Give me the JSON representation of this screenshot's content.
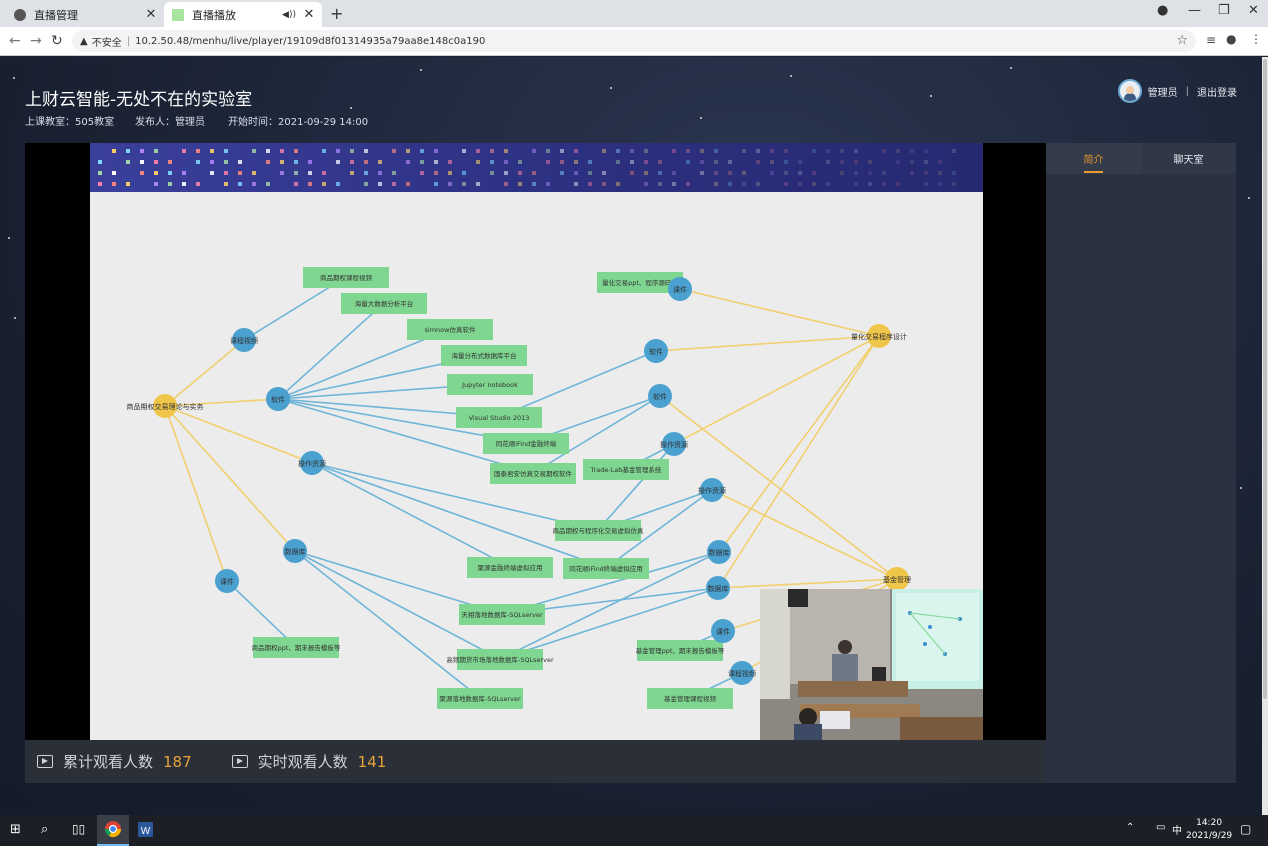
{
  "browser": {
    "tabs": [
      {
        "label": "直播管理",
        "active": false
      },
      {
        "label": "直播播放",
        "active": true
      }
    ],
    "security_label": "不安全",
    "url": "10.2.50.48/menhu/live/player/19109d8f01314935a79aa8e148c0a190"
  },
  "page": {
    "title": "上财云智能-无处不在的实验室",
    "classroom": "上课教室：505教室",
    "publisher": "发布人：管理员",
    "start_time": "开始时间：2021-09-29 14:00",
    "user": {
      "name": "管理员",
      "logout": "退出登录"
    }
  },
  "stats": {
    "total_label": "累计观看人数",
    "total_value": "187",
    "live_label": "实时观看人数",
    "live_value": "141"
  },
  "side_panel": {
    "tabs": [
      {
        "label": "简介",
        "active": true
      },
      {
        "label": "聊天室",
        "active": false
      }
    ]
  },
  "slide": {
    "hubs": [
      {
        "id": "h1",
        "label": "商品期权交易理论与实务"
      },
      {
        "id": "h2",
        "label": "量化交易程序设计"
      },
      {
        "id": "h3",
        "label": "基金管理"
      }
    ],
    "nodes": [
      {
        "id": "c1",
        "label": "课程视频"
      },
      {
        "id": "c2",
        "label": "软件"
      },
      {
        "id": "c3",
        "label": "操作资源"
      },
      {
        "id": "c4",
        "label": "数据库"
      },
      {
        "id": "c5",
        "label": "课件"
      },
      {
        "id": "c6",
        "label": "课件"
      },
      {
        "id": "c7",
        "label": "软件"
      },
      {
        "id": "c8",
        "label": "软件"
      },
      {
        "id": "c9",
        "label": "操作资源"
      },
      {
        "id": "c10",
        "label": "操作资源"
      },
      {
        "id": "c11",
        "label": "数据库"
      },
      {
        "id": "c12",
        "label": "数据库"
      },
      {
        "id": "c13",
        "label": "课件"
      },
      {
        "id": "c14",
        "label": "课程视频"
      }
    ],
    "boxes": [
      {
        "id": "b1",
        "label": "商品期权课程视频"
      },
      {
        "id": "b2",
        "label": "海量大数据分析平台"
      },
      {
        "id": "b3",
        "label": "simnow仿真软件"
      },
      {
        "id": "b4",
        "label": "海量分布式数据库平台"
      },
      {
        "id": "b5",
        "label": "Jupyter notebook"
      },
      {
        "id": "b6",
        "label": "Visual Studio 2013"
      },
      {
        "id": "b7",
        "label": "同花顺iFind金融终端"
      },
      {
        "id": "b8",
        "label": "国泰君安仿真交易期权软件"
      },
      {
        "id": "b9",
        "label": "Trade-Lab基金管理系统"
      },
      {
        "id": "b10",
        "label": "商品期权与程序化交易虚拟仿真"
      },
      {
        "id": "b11",
        "label": "聚源金融终端虚拟应用"
      },
      {
        "id": "b12",
        "label": "同花顺iFind终端虚拟应用"
      },
      {
        "id": "b13",
        "label": "天相落地数据库-SQLserver"
      },
      {
        "id": "b14",
        "label": "商品期权ppt、期末报告模板等"
      },
      {
        "id": "b15",
        "label": "高频期货市场落地数据库-SQLserver"
      },
      {
        "id": "b16",
        "label": "聚源落地数据库-SQLserver"
      },
      {
        "id": "b17",
        "label": "基金管理ppt、期末报告模板等"
      },
      {
        "id": "b18",
        "label": "基金管理课程视频"
      },
      {
        "id": "b19",
        "label": "量化交易ppt、程序源码等"
      }
    ]
  },
  "taskbar": {
    "ime": "中",
    "time": "14:20",
    "date": "2021/9/29"
  },
  "colors": {
    "accent": "#e89a2c",
    "hub": "#f0c64a",
    "node": "#4aa0cf",
    "box": "#7fd690"
  }
}
